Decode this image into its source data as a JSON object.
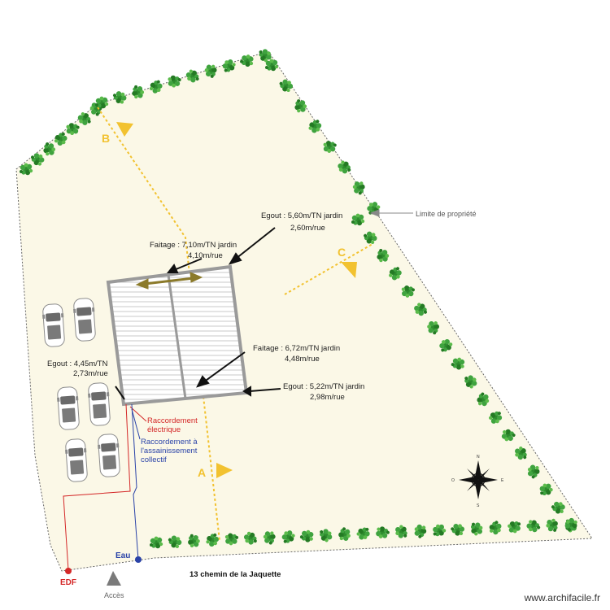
{
  "annotations": {
    "egout_top_right": {
      "line1": "Egout : 5,60m/TN jardin",
      "line2": "2,60m/rue"
    },
    "faitage_top": {
      "line1": "Faitage : 7,10m/TN jardin",
      "line2": "4,10m/rue"
    },
    "faitage_mid": {
      "line1": "Faitage : 6,72m/TN jardin",
      "line2": "4,48m/rue"
    },
    "egout_bottom_right": {
      "line1": "Egout : 5,22m/TN jardin",
      "line2": "2,98m/rue"
    },
    "egout_left": {
      "line1": "Egout : 4,45m/TN",
      "line2": "2,73m/rue"
    }
  },
  "property_limit_label": "Limite de propriété",
  "sections": {
    "a": "A",
    "b": "B",
    "c": "C"
  },
  "raccordement_elec": {
    "line1": "Raccordement",
    "line2": "électrique"
  },
  "raccordement_assain": {
    "line1": "Raccordement à",
    "line2": "l'assainissement",
    "line3": "collectif"
  },
  "eau_label": "Eau",
  "edf_label": "EDF",
  "acces_label": "Accès",
  "address": "13 chemin de la Jaquette",
  "compass": {
    "n": "N",
    "s": "S",
    "e": "E",
    "o": "O"
  },
  "watermark": "www.archifacile.fr",
  "colors": {
    "lot": "#fbf8e7",
    "tree": "#2e8b2e",
    "section_yellow": "#f2c230",
    "electric_red": "#d42828",
    "water_blue": "#2a43a8",
    "roof_grey": "#9a9a9a"
  }
}
